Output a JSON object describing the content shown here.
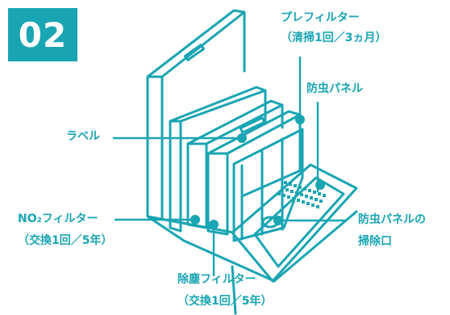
{
  "colors": {
    "accent": "#1aa5b3",
    "text": "#1aa5b3",
    "badge_text": "#ffffff",
    "background": "#ffffff"
  },
  "badge": "02",
  "labels": {
    "prefilter": {
      "line1": "プレフィルター",
      "line2": "（清掃1回／3ヵ月）"
    },
    "insect_panel": {
      "line1": "防虫パネル"
    },
    "label": {
      "line1": "ラベル"
    },
    "no2_filter": {
      "line1": "NO₂フィルター",
      "line2": "（交換1回／5年）"
    },
    "insect_panel_opening": {
      "line1": "防虫パネルの",
      "line2": "掃除口"
    },
    "dust_filter": {
      "line1": "除塵フィルター",
      "line2": "（交換1回／5年）"
    }
  }
}
